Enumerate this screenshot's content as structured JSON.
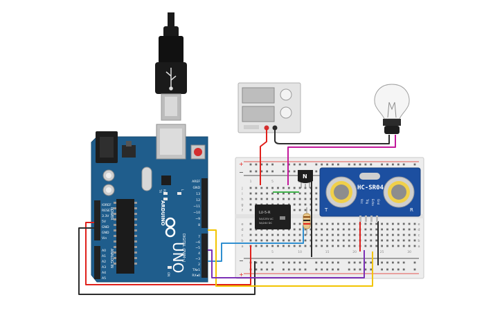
{
  "arduino": {
    "brand": "ARDUINO",
    "model": "UNO",
    "power_header": "POWER",
    "analog_header": "ANALOG IN",
    "digital_header": "DIGITAL (PWM~)",
    "led_tx": "TX",
    "led_rx": "RX",
    "led_l": "L",
    "led_on": "ON",
    "power_pins": [
      "IOREF",
      "RESET",
      "3.3V",
      "5V",
      "GND",
      "GND",
      "Vin"
    ],
    "analog_pins": [
      "A0",
      "A1",
      "A2",
      "A3",
      "A4",
      "A5"
    ],
    "digital_pins_top": [
      "AREF",
      "GND",
      "13",
      "12",
      "~11",
      "~10",
      "~9",
      "8"
    ],
    "digital_pins_bottom": [
      "7",
      "~6",
      "~5",
      "4",
      "~3",
      "2",
      "TX▸1",
      "RX◂0"
    ],
    "board_color": "#1f5d8c"
  },
  "relay": {
    "model": "LU-5-R",
    "rating_1": "5A/125V AC",
    "rating_2": "3A/24V DC"
  },
  "transistor": {
    "label": "N"
  },
  "sensor": {
    "model": "HC-SR04",
    "pins": [
      "Vcc",
      "Trig",
      "Echo",
      "Gnd"
    ],
    "side_left": "T",
    "side_right": "R",
    "color": "#1c4fa0"
  },
  "breadboard": {
    "row_letters_top": [
      "j",
      "i",
      "h",
      "g",
      "f"
    ],
    "row_letters_bottom": [
      "e",
      "d",
      "c",
      "b",
      "a"
    ],
    "column_numbers": [
      "1",
      "5",
      "10",
      "15",
      "20",
      "25",
      "30"
    ],
    "rail_plus": "+",
    "rail_minus": "−"
  },
  "wire_colors": {
    "red": "#e0201b",
    "black": "#2b2b2b",
    "magenta": "#c2189b",
    "green": "#3fb34a",
    "blue": "#2f8fd0",
    "yellow": "#f2c400",
    "purple": "#7b2fb5"
  }
}
